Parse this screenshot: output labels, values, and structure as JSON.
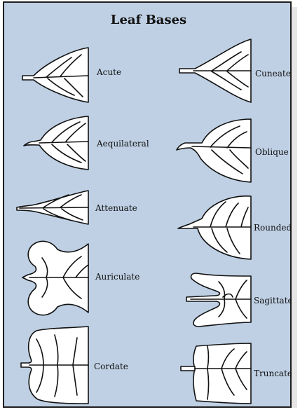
{
  "title": "Leaf Bases",
  "left_column": [
    {
      "name": "Acute",
      "icon": "acute-leaf-icon"
    },
    {
      "name": "Aequilateral",
      "icon": "aequilateral-leaf-icon"
    },
    {
      "name": "Attenuate",
      "icon": "attenuate-leaf-icon"
    },
    {
      "name": "Auriculate",
      "icon": "auriculate-leaf-icon"
    },
    {
      "name": "Cordate",
      "icon": "cordate-leaf-icon"
    }
  ],
  "right_column": [
    {
      "name": "Cuneate",
      "icon": "cuneate-leaf-icon"
    },
    {
      "name": "Oblique",
      "icon": "oblique-leaf-icon"
    },
    {
      "name": "Rounded",
      "icon": "rounded-leaf-icon"
    },
    {
      "name": "Sagittate",
      "icon": "sagittate-leaf-icon"
    },
    {
      "name": "Truncate",
      "icon": "truncate-leaf-icon"
    }
  ],
  "colors": {
    "background": "#bfd0e4",
    "leaf_fill": "#ffffff",
    "outline": "#111111"
  }
}
